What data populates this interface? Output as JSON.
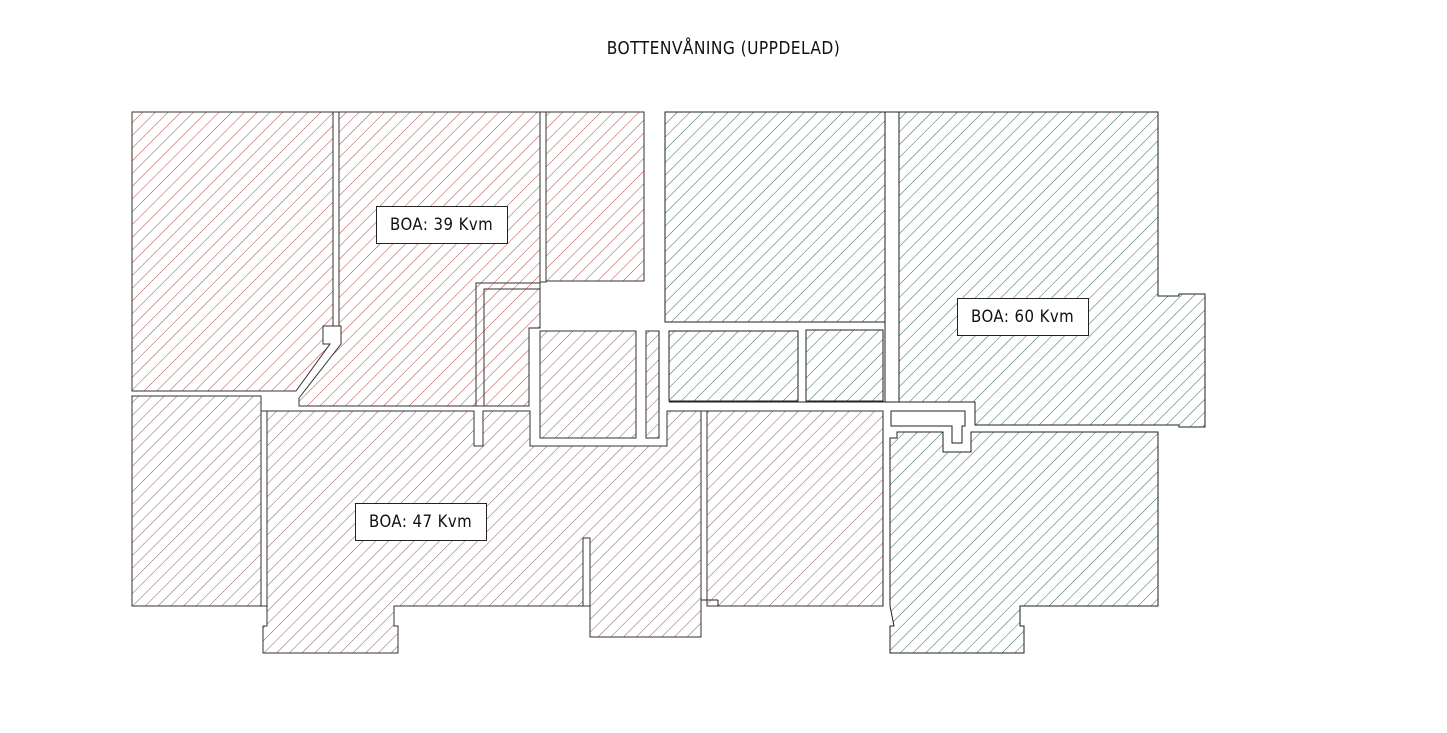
{
  "title": "BOTTENVÅNING (UPPDELAD)",
  "units": [
    {
      "name": "unit-red",
      "label": "BOA: 39 Kvm",
      "color": "#b04848"
    },
    {
      "name": "unit-purple",
      "label": "BOA: 47 Kvm",
      "color": "#8a5b7e"
    },
    {
      "name": "unit-teal",
      "label": "BOA: 60 Kvm",
      "color": "#2f6b66"
    }
  ]
}
